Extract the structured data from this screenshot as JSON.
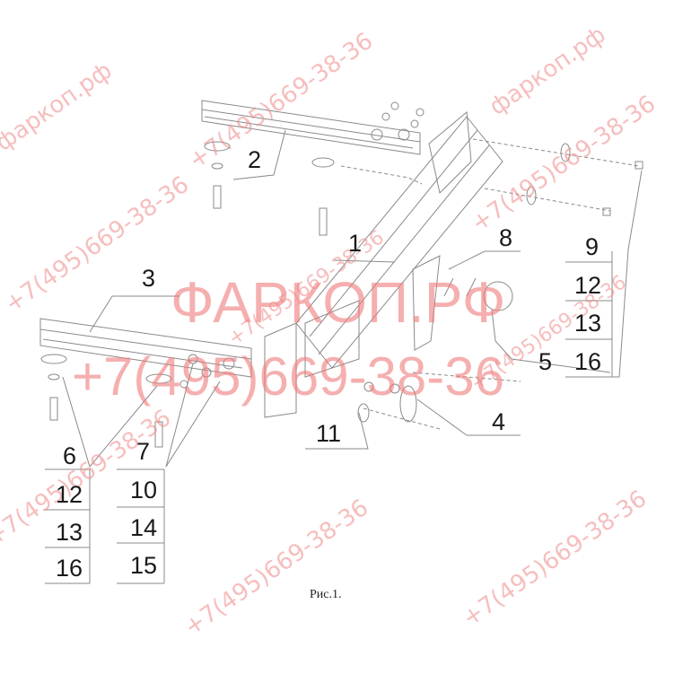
{
  "figure": {
    "caption": "Рис.1.",
    "callouts": {
      "c1": "1",
      "c2": "2",
      "c3": "3",
      "c4": "4",
      "c5": "5",
      "c6": "6",
      "c7": "7",
      "c8": "8",
      "c9": "9",
      "c11": "11",
      "col9": [
        "12",
        "13",
        "16"
      ],
      "col6": [
        "12",
        "13",
        "16"
      ],
      "col7": [
        "10",
        "14",
        "15"
      ]
    }
  },
  "watermarks": {
    "center_brand": "ФАРКОП.РФ",
    "center_phone": "+7(495)669-38-36",
    "diag_brand": "фаркоп.рф",
    "diag_phone": "+7(495)669-38-36"
  },
  "colors": {
    "line": "#8a8a8a",
    "text": "#1a1a1a",
    "watermark": "#f07b7b"
  }
}
